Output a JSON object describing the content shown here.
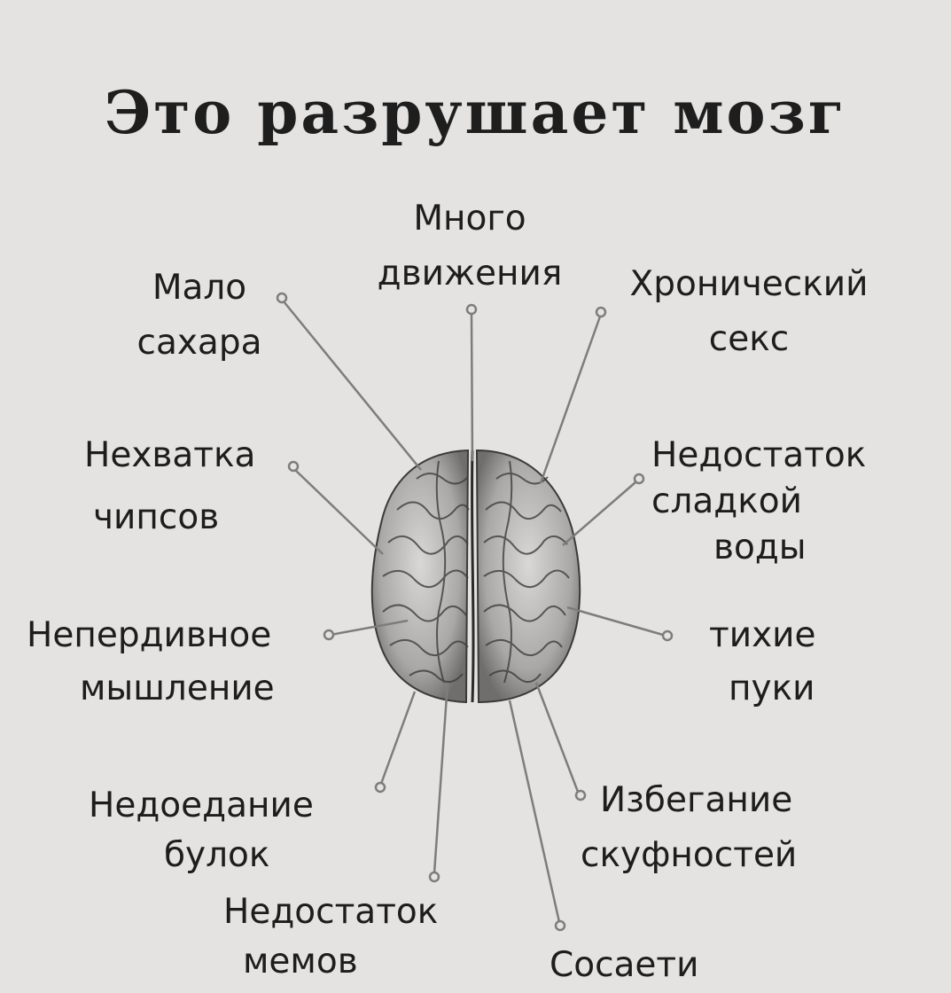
{
  "title": "Это разрушает мозг",
  "labels": {
    "movement": [
      "Много",
      "движения"
    ],
    "sugar": [
      "Мало",
      "сахара"
    ],
    "sex": [
      "Хронический",
      "секс"
    ],
    "chips": [
      "Нехватка",
      "чипсов"
    ],
    "soda": [
      "Недостаток",
      "сладкой",
      "воды"
    ],
    "thinking": [
      "Непердивное",
      "мышление"
    ],
    "farts": [
      "тихие",
      "пуки"
    ],
    "buns": [
      "Недоедание",
      "булок"
    ],
    "cringe": [
      "Избегание",
      "скуфностей"
    ],
    "memes": [
      "Недостаток",
      "мемов"
    ],
    "socials": [
      "Сосаети"
    ]
  },
  "colors": {
    "background": "#e4e3e1",
    "text": "#1d1d1d",
    "lines": "#7d7d7d"
  }
}
